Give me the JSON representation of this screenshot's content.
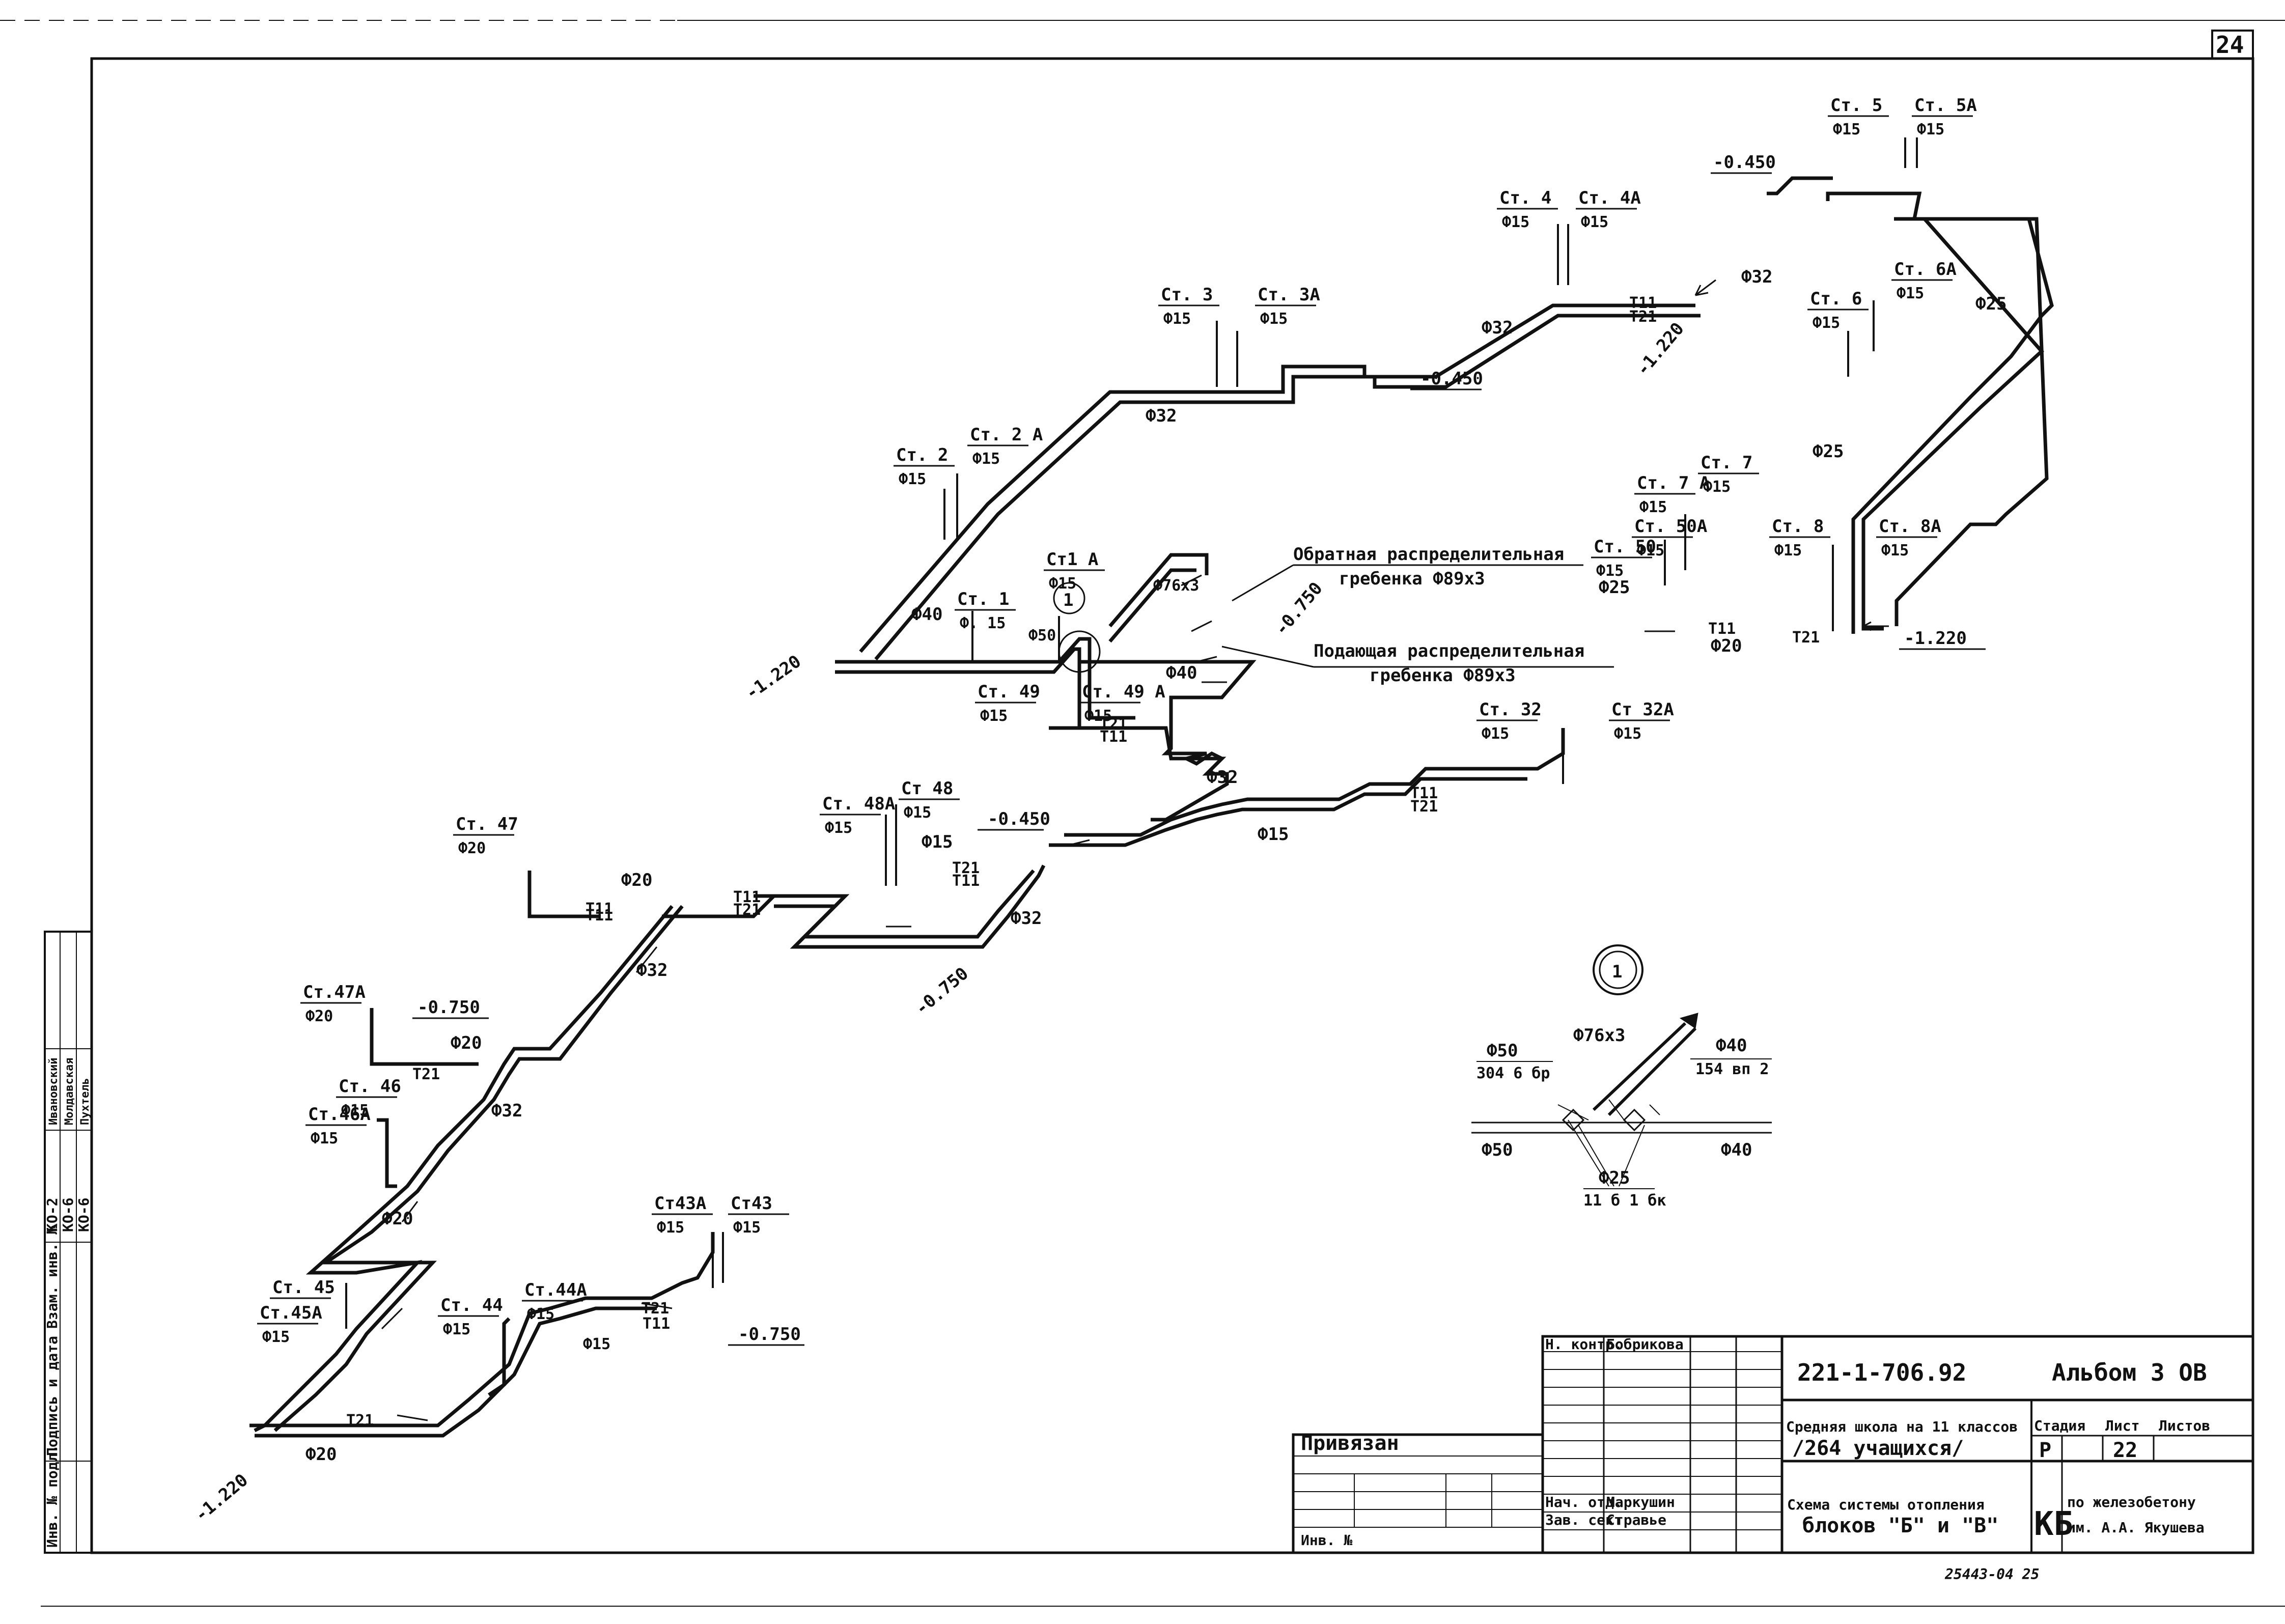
{
  "sheet": {
    "number": "24"
  },
  "risers": [
    {
      "id": "st5",
      "name": "Ст. 5",
      "dia": "Ф15"
    },
    {
      "id": "st5a",
      "name": "Ст. 5А",
      "dia": "Ф15"
    },
    {
      "id": "st4",
      "name": "Ст. 4",
      "dia": "Ф15"
    },
    {
      "id": "st4a",
      "name": "Ст. 4А",
      "dia": "Ф15"
    },
    {
      "id": "st3",
      "name": "Ст. 3",
      "dia": "Ф15"
    },
    {
      "id": "st3a",
      "name": "Ст. 3А",
      "dia": "Ф15"
    },
    {
      "id": "st6",
      "name": "Ст. 6",
      "dia": "Ф15"
    },
    {
      "id": "st6a",
      "name": "Ст. 6А",
      "dia": "Ф15"
    },
    {
      "id": "st2",
      "name": "Ст. 2",
      "dia": "Ф15"
    },
    {
      "id": "st2a",
      "name": "Ст. 2 А",
      "dia": "Ф15"
    },
    {
      "id": "st7",
      "name": "Ст. 7",
      "dia": "Ф15"
    },
    {
      "id": "st7a",
      "name": "Ст. 7 А",
      "dia": "Ф15"
    },
    {
      "id": "st50a",
      "name": "Ст. 50А",
      "dia": "Ф15"
    },
    {
      "id": "st50",
      "name": "Ст. 50",
      "dia": "Ф15"
    },
    {
      "id": "st8",
      "name": "Ст. 8",
      "dia": "Ф15"
    },
    {
      "id": "st8a",
      "name": "Ст. 8А",
      "dia": "Ф15"
    },
    {
      "id": "st1a",
      "name": "Ст1 А",
      "dia": "Ф15"
    },
    {
      "id": "st1",
      "name": "Ст. 1",
      "dia": "Ф. 15"
    },
    {
      "id": "st49",
      "name": "Ст. 49",
      "dia": "Ф15"
    },
    {
      "id": "st49a",
      "name": "Ст. 49 А",
      "dia": "Ф15"
    },
    {
      "id": "st32",
      "name": "Ст. 32",
      "dia": "Ф15"
    },
    {
      "id": "st32a",
      "name": "Ст 32А",
      "dia": "Ф15"
    },
    {
      "id": "st48a",
      "name": "Ст. 48А",
      "dia": "Ф15"
    },
    {
      "id": "st48",
      "name": "Ст 48",
      "dia": "Ф15"
    },
    {
      "id": "st47",
      "name": "Ст. 47",
      "dia": "Ф20"
    },
    {
      "id": "st47a",
      "name": "Ст.47А",
      "dia": "Ф20"
    },
    {
      "id": "st46",
      "name": "Ст. 46",
      "dia": "Ф15"
    },
    {
      "id": "st46a",
      "name": "Ст.46А",
      "dia": "Ф15"
    },
    {
      "id": "st45",
      "name": "Ст. 45",
      "dia": ""
    },
    {
      "id": "st45a",
      "name": "Ст.45А",
      "dia": "Ф15"
    },
    {
      "id": "st44",
      "name": "Ст. 44",
      "dia": "Ф15"
    },
    {
      "id": "st44a",
      "name": "Ст.44А",
      "dia": "Ф15"
    },
    {
      "id": "st43a",
      "name": "Ст43А",
      "dia": "Ф15"
    },
    {
      "id": "st43",
      "name": "Ст43",
      "dia": "Ф15"
    }
  ],
  "pipe_sizes": {
    "d32": "Ф32",
    "d25": "Ф25",
    "d40": "Ф40",
    "d50": "Ф50",
    "d20": "Ф20",
    "d15": "Ф15",
    "d76": "Ф76х3"
  },
  "elevations": {
    "m0450": "-0.450",
    "m1220": "-1.220",
    "m0750": "-0.750",
    "p1220": "-1.220",
    "p0750": "-0.750"
  },
  "markers": {
    "t11": "Т11",
    "t21": "Т21",
    "node1": "1"
  },
  "manifolds": {
    "return_label": "Обратная распределительная",
    "return_size": "гребенка Ф89х3",
    "supply_label": "Подающая распределительная",
    "supply_size": "гребенка Ф89х3"
  },
  "detail": {
    "left_dia": "Ф50",
    "left_valve": "304 6 бр",
    "top_pipe": "Ф76х3",
    "right_dia": "Ф40",
    "right_valve": "154 вп 2",
    "bottom_left": "Ф50",
    "bottom_right": "Ф40",
    "bottom_dia": "Ф25",
    "bottom_valve": "11 б 1 бк"
  },
  "title_block": {
    "n_kontr": "Н. контр.",
    "n_kontr_name": "Бобрикова",
    "nach_otd": "Нач. отд.",
    "nach_otd_name": "Маркушин",
    "zav_sekt": "Зав. сект",
    "zav_sekt_name": "Стравье",
    "privyazan": "Привязан",
    "inv_no": "Инв. №",
    "doc_code": "221-1-706.92",
    "album": "Альбом 3  ОВ",
    "project_line1": "Средняя школа на 11 классов",
    "project_line2": "/264 учащихся/",
    "stage_h": "Стадия",
    "sheet_h": "Лист",
    "sheets_h": "Листов",
    "stage": "Р",
    "sheet": "22",
    "title_line1": "Схема системы отопления",
    "title_line2": "блоков \"Б\" и \"В\"",
    "org_logo": "КБ",
    "org_line1": "по железобетону",
    "org_line2": "им. А.А. Якушева",
    "footer": "25443-04   25"
  },
  "side_stamp": {
    "col1": "Инв. № подл.",
    "col2": "Подпись и дата",
    "col3": "Взам. инв. №",
    "k1": "КО-2",
    "k2": "КО-6",
    "k3": "КО-6",
    "n1": "Ивановский",
    "n2": "Молдавская",
    "n3": "Пухтель"
  }
}
